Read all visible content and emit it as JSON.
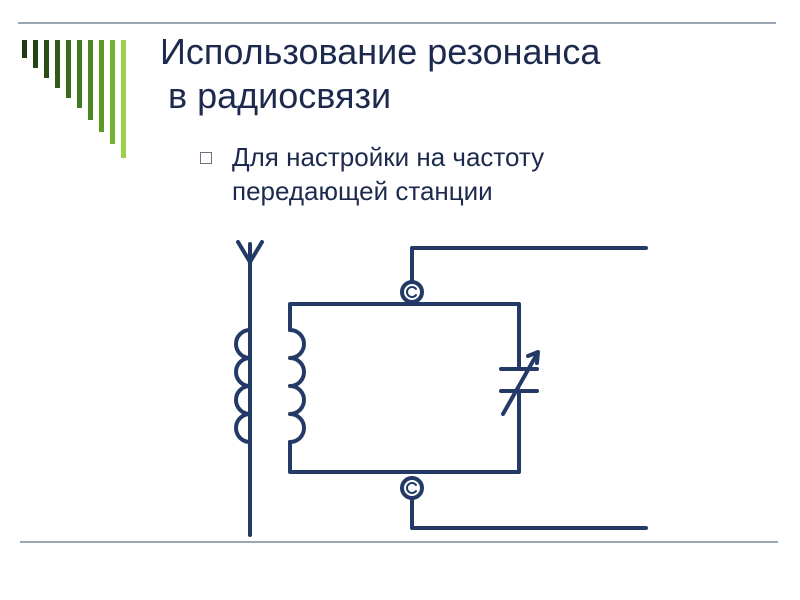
{
  "slide": {
    "title_line1": "Использование резонанса",
    "title_line2": "в радиосвязи",
    "bullet_line1": "Для настройки на частоту",
    "bullet_line2": "передающей станции"
  },
  "colors": {
    "title_text": "#1d2a4e",
    "rule": "#9aa6b2",
    "circuit_stroke": "#243a66",
    "stripes": [
      "#1f3a12",
      "#2c4e16",
      "#3b6a1c",
      "#4d8722",
      "#66a82a",
      "#86c43a",
      "#a6d85a"
    ]
  }
}
